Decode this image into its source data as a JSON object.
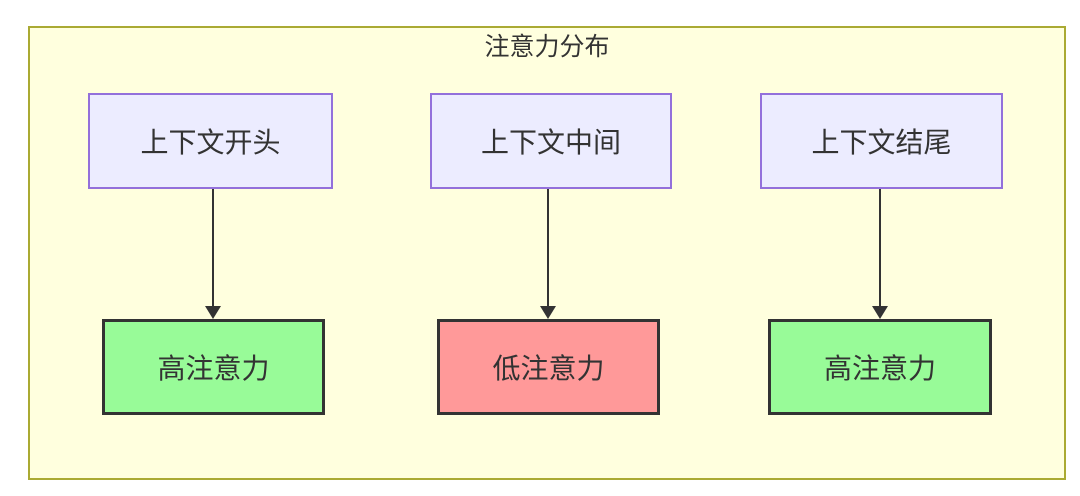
{
  "diagram": {
    "type": "flowchart",
    "title": "注意力分布",
    "colors": {
      "canvas_bg": "#ffffff",
      "cluster_fill": "#ffffde",
      "cluster_border": "#aaaa33",
      "context_node_fill": "#ececff",
      "context_node_border": "#9370db",
      "high_attention_fill": "#98fb98",
      "low_attention_fill": "#ff9999",
      "attention_node_border": "#333333",
      "arrow_color": "#333333",
      "text_color": "#333333"
    },
    "context_nodes": [
      {
        "label": "上下文开头"
      },
      {
        "label": "上下文中间"
      },
      {
        "label": "上下文结尾"
      }
    ],
    "attention_nodes": [
      {
        "label": "高注意力",
        "level": "high"
      },
      {
        "label": "低注意力",
        "level": "low"
      },
      {
        "label": "高注意力",
        "level": "high"
      }
    ],
    "edges": [
      {
        "from": "上下文开头",
        "to": "高注意力"
      },
      {
        "from": "上下文中间",
        "to": "低注意力"
      },
      {
        "from": "上下文结尾",
        "to": "高注意力"
      }
    ]
  }
}
